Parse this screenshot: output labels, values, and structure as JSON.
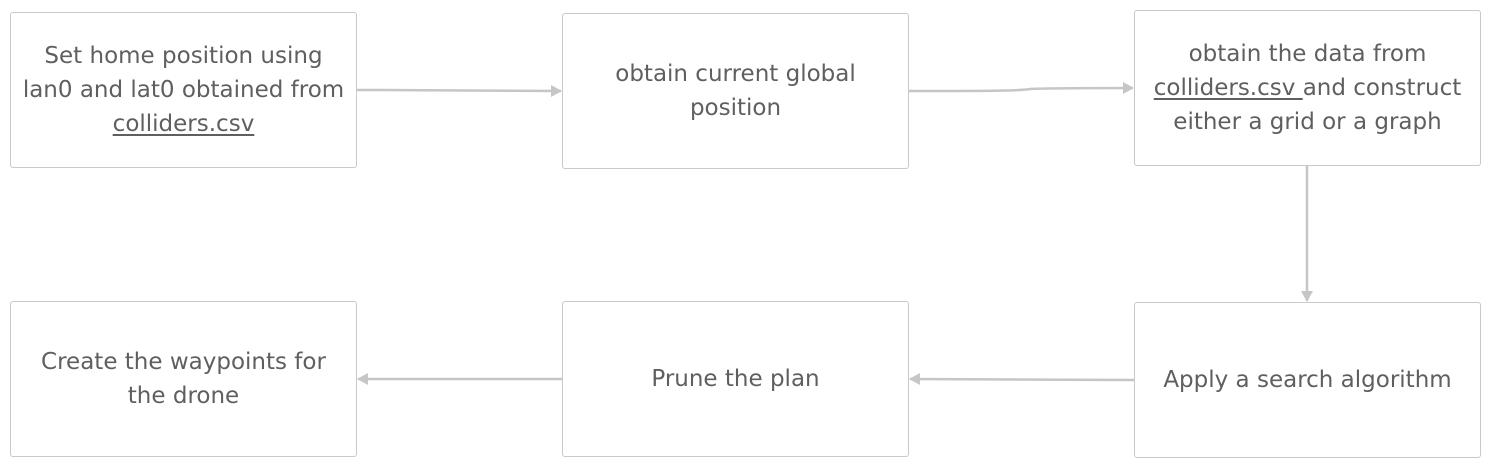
{
  "flowchart": {
    "nodes": [
      {
        "id": "node-1",
        "lines": [
          {
            "text": "Set home position using",
            "link": false
          },
          {
            "text": "lan0 and lat0 obtained from",
            "link": false
          },
          {
            "text": "colliders.csv",
            "link": true
          }
        ]
      },
      {
        "id": "node-2",
        "lines": [
          {
            "text": "obtain current global",
            "link": false
          },
          {
            "text": "position",
            "link": false
          }
        ]
      },
      {
        "id": "node-3",
        "lines": [
          {
            "text": "obtain the data from",
            "link": false
          },
          {
            "text": "colliders.csv ",
            "link": true,
            "suffix": " and construct"
          },
          {
            "text": "either a grid or a graph",
            "link": false
          }
        ]
      },
      {
        "id": "node-4",
        "lines": [
          {
            "text": "Apply a search algorithm",
            "link": false
          }
        ]
      },
      {
        "id": "node-5",
        "lines": [
          {
            "text": "Prune the plan",
            "link": false
          }
        ]
      },
      {
        "id": "node-6",
        "lines": [
          {
            "text": "Create the waypoints for",
            "link": false
          },
          {
            "text": "the drone",
            "link": false
          }
        ]
      }
    ],
    "edges": [
      {
        "from": "node-1",
        "to": "node-2"
      },
      {
        "from": "node-2",
        "to": "node-3"
      },
      {
        "from": "node-3",
        "to": "node-4"
      },
      {
        "from": "node-4",
        "to": "node-5"
      },
      {
        "from": "node-5",
        "to": "node-6"
      }
    ],
    "colors": {
      "border": "#c9c9c9",
      "connector": "#c6c6c6",
      "text": "#5f5f5f"
    }
  }
}
